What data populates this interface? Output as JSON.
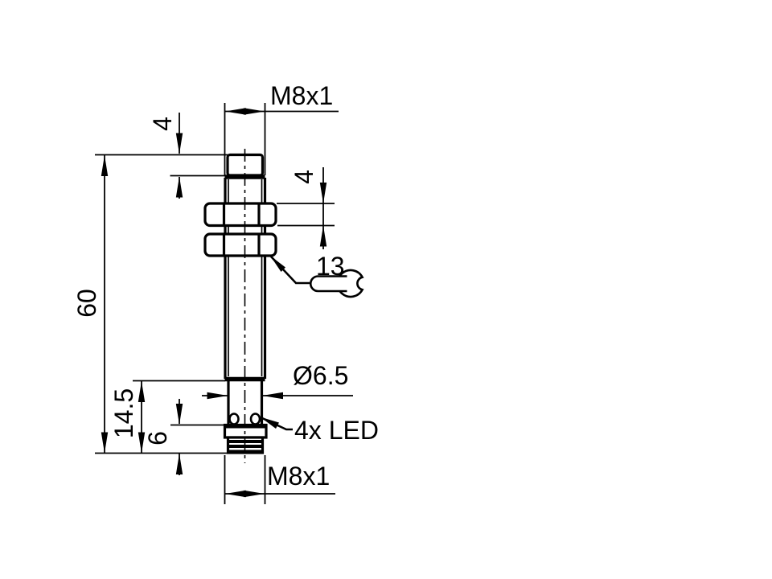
{
  "drawing": {
    "labels": {
      "top_thread": "M8x1",
      "head_height": "4",
      "overall_length": "60",
      "nut_thickness": "4",
      "wrench_size": "13",
      "rear_diameter": "Ø6.5",
      "rear_section_length": "14.5",
      "connector_length": "6",
      "led_note": "4x LED",
      "bottom_thread": "M8x1"
    },
    "colors": {
      "line": "#000000",
      "background": "#ffffff"
    }
  }
}
